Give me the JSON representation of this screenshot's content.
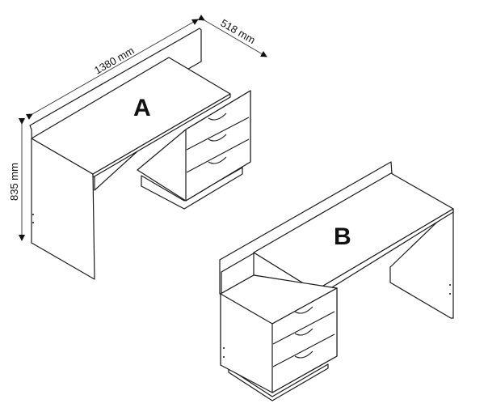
{
  "labels": {
    "desk_a": "A",
    "desk_b": "B"
  },
  "dimensions": {
    "width": "1380 mm",
    "depth": "518 mm",
    "height": "835 mm"
  }
}
